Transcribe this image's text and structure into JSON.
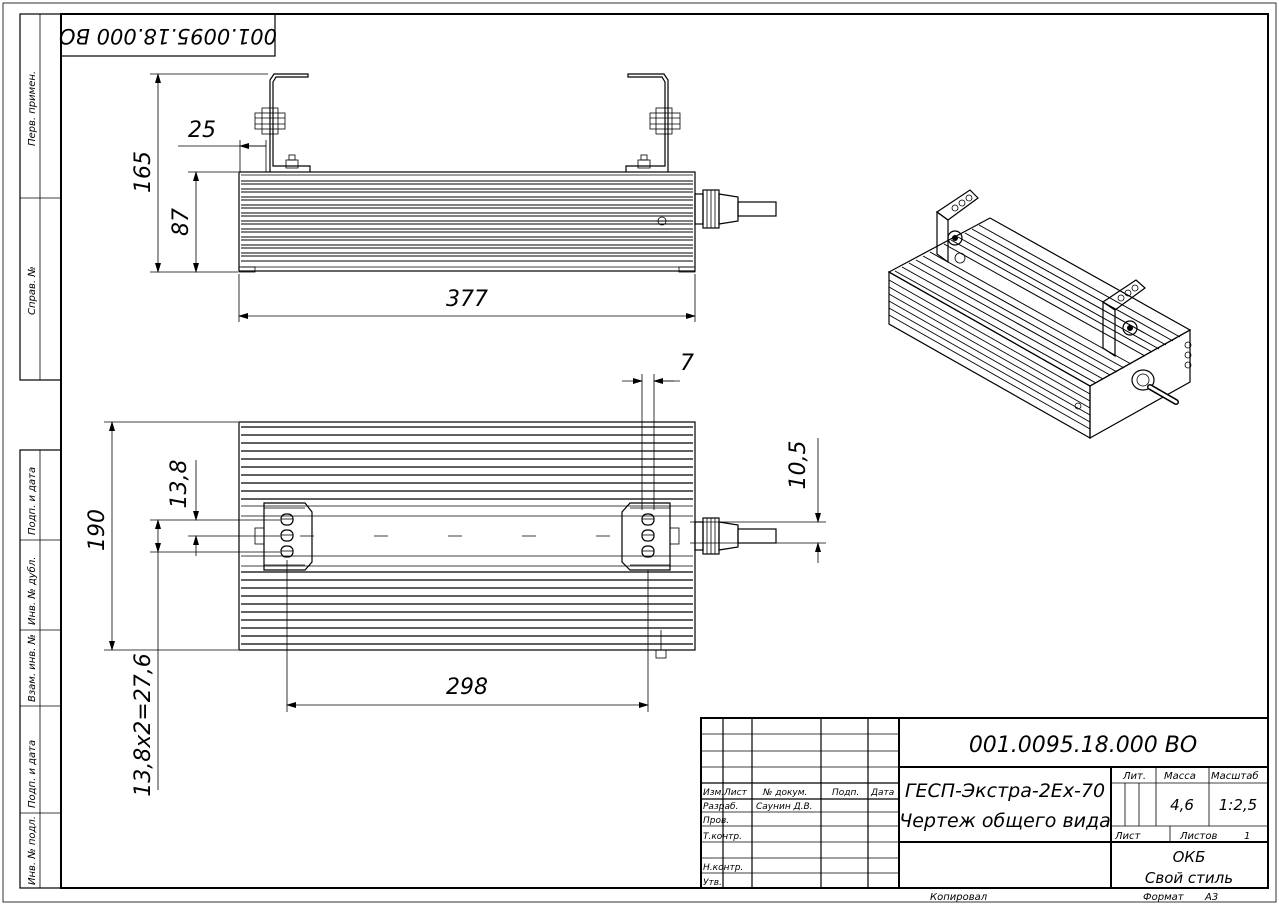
{
  "stamp_top": "001.0095.18.000 ВО",
  "side_strip": {
    "perv_primen": "Перв. примен.",
    "sprav_no": "Справ. №",
    "podp_data_1": "Подп. и дата",
    "inv_dubl": "Инв. № дубл.",
    "vzam_inv": "Взам. инв. №",
    "podp_data_2": "Подп. и дата",
    "inv_podl": "Инв. № подл."
  },
  "dimensions": {
    "d25": "25",
    "d165": "165",
    "d87": "87",
    "d377": "377",
    "d7": "7",
    "d10_5": "10,5",
    "d13_8": "13,8",
    "d190": "190",
    "d298": "298",
    "d13_8x2": "13,8х2=27,6"
  },
  "title_block": {
    "designation": "001.0095.18.000 ВО",
    "name_line1": "ГЕСП-Экстра-2Ex-70",
    "name_line2": "Чертеж общего вида",
    "col_izm": "Изм.",
    "col_list": "Лист",
    "col_docum": "№ докум.",
    "col_podp": "Подп.",
    "col_data": "Дата",
    "razrab": "Разраб.",
    "razrab_name": "Саунин Д.В.",
    "prov": "Пров.",
    "tkontr": "Т.контр.",
    "nkontr": "Н.контр.",
    "utv": "Утв.",
    "lit": "Лит.",
    "massa": "Масса",
    "masshtab": "Масштаб",
    "massa_val": "4,6",
    "masshtab_val": "1:2,5",
    "list_label": "Лист",
    "listov_label": "Листов",
    "listov_val": "1",
    "org_line1": "ОКБ",
    "org_line2": "Свой стиль",
    "kopiroval": "Копировал",
    "format_label": "Формат",
    "format_val": "А3"
  }
}
